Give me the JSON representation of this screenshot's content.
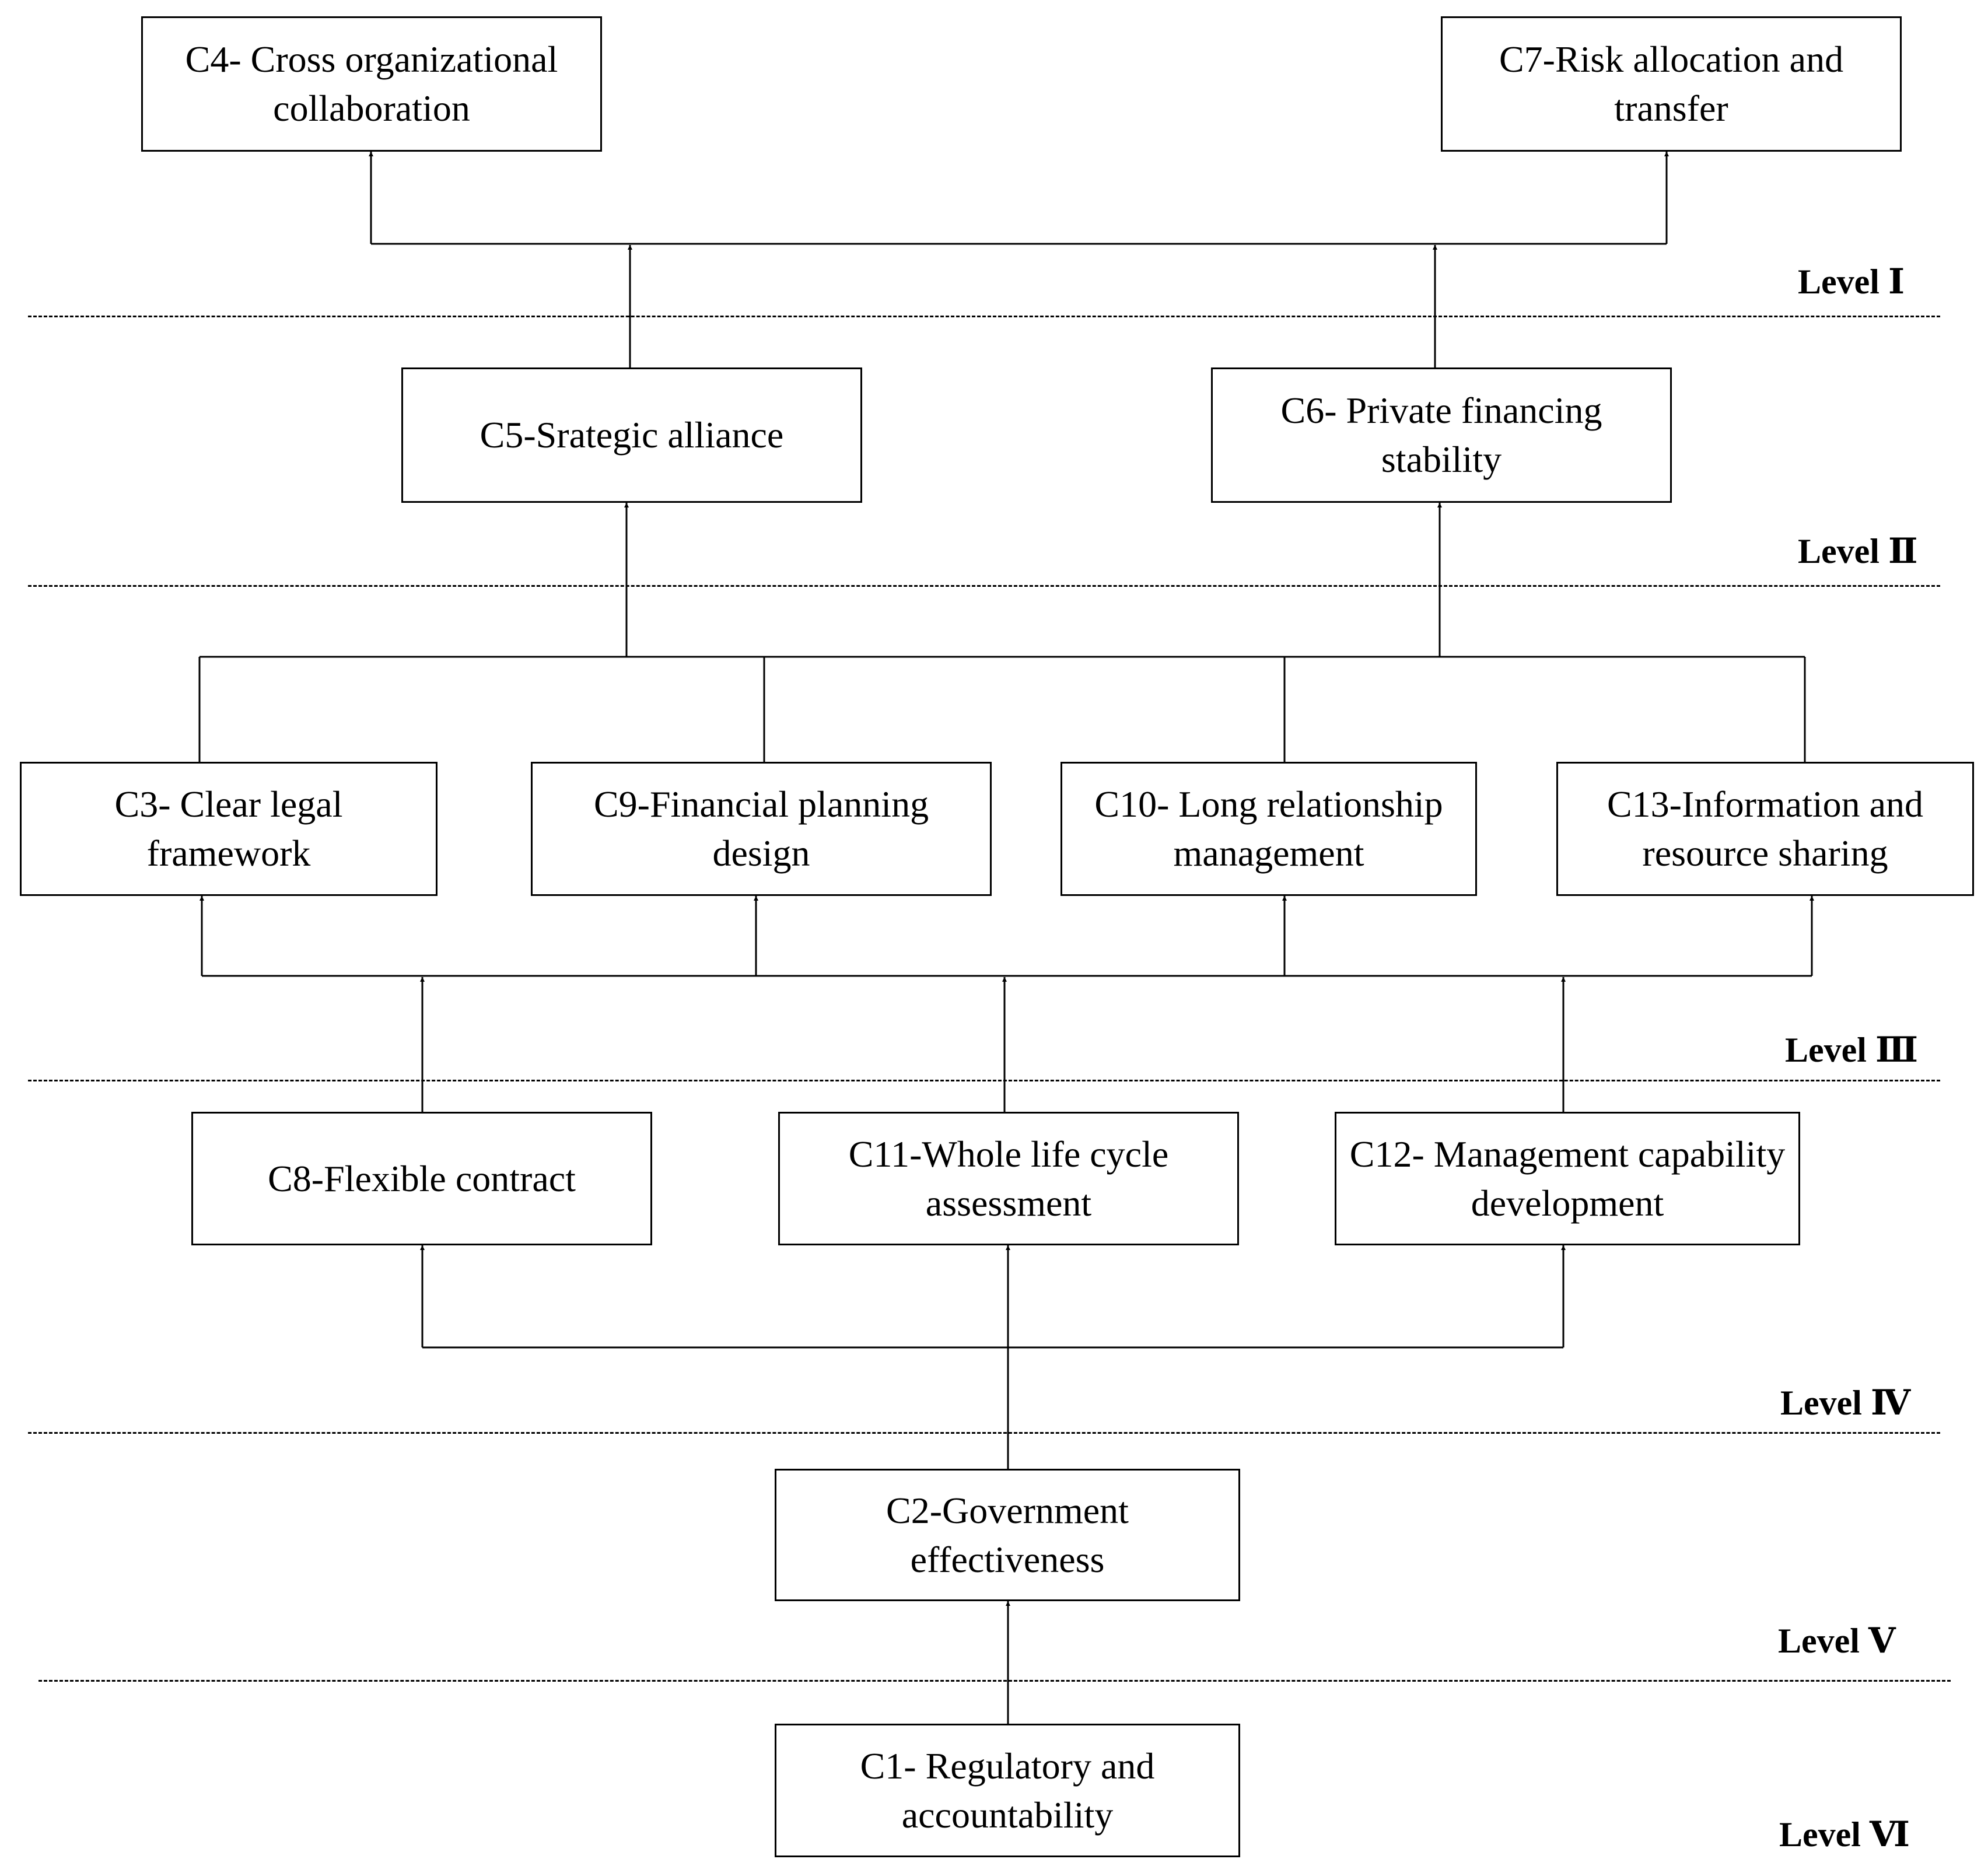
{
  "nodes": {
    "c4": "C4- Cross organizational collaboration",
    "c7": "C7-Risk allocation and transfer",
    "c5": "C5-Srategic alliance",
    "c6": "C6- Private financing stability",
    "c3": "C3- Clear legal framework",
    "c9": "C9-Financial planning design",
    "c10": "C10- Long relationship management",
    "c13": "C13-Information and resource sharing",
    "c8": "C8-Flexible contract",
    "c11": "C11-Whole life cycle assessment",
    "c12": "C12- Management capability development",
    "c2": "C2-Government effectiveness",
    "c1": "C1- Regulatory and accountability"
  },
  "levels": {
    "l1": "Level Ⅰ",
    "l2": "Level Ⅱ",
    "l3": "Level Ⅲ",
    "l4": "Level Ⅳ",
    "l5": "Level Ⅴ",
    "l6": "Level Ⅵ"
  }
}
